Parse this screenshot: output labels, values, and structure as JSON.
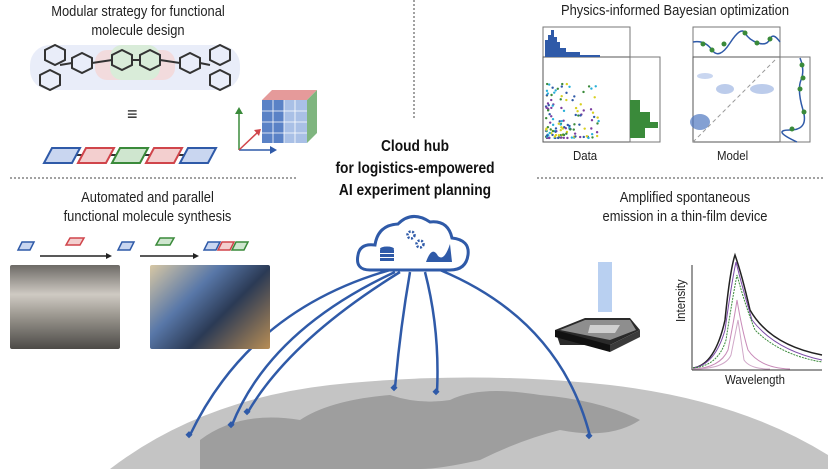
{
  "panels": {
    "design": {
      "title_line1": "Modular strategy for functional",
      "title_line2": "molecule design",
      "equiv_symbol": "≡"
    },
    "synthesis": {
      "title_line1": "Automated and parallel",
      "title_line2": "functional molecule synthesis"
    },
    "optimization": {
      "title": "Physics-informed Bayesian optimization",
      "data_label": "Data",
      "model_label": "Model"
    },
    "emission": {
      "title_line1": "Amplified spontaneous",
      "title_line2": "emission in a thin-film device",
      "y_label": "Intensity",
      "x_label": "Wavelength"
    },
    "hub": {
      "line1": "Cloud hub",
      "line2": "for logistics-empowered",
      "line3": "AI experiment planning"
    }
  },
  "colors": {
    "blue": "#2f5aa8",
    "red": "#d0454b",
    "green": "#3a8a3a",
    "globe": "#b3b3b3"
  }
}
